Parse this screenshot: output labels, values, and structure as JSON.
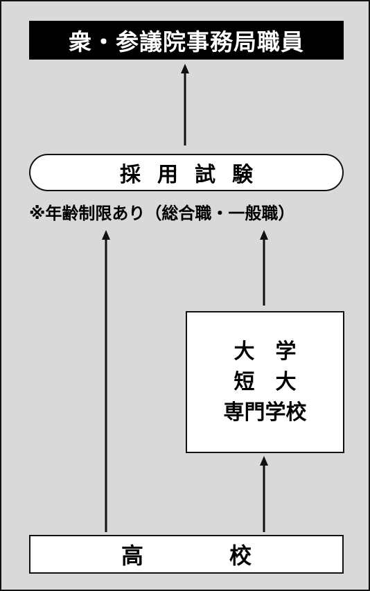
{
  "title": "衆・参議院事務局職員",
  "exam": "採用試験",
  "note": "※年齢制限あり（総合職・一般職）",
  "university_lines": [
    "大　学",
    "短　大",
    "専門学校"
  ],
  "high_school": [
    "高",
    "校"
  ],
  "colors": {
    "background": "#d9d9d9",
    "title_background": "#000000",
    "title_text": "#ffffff",
    "box_fill": "#ffffff",
    "line": "#111111"
  }
}
